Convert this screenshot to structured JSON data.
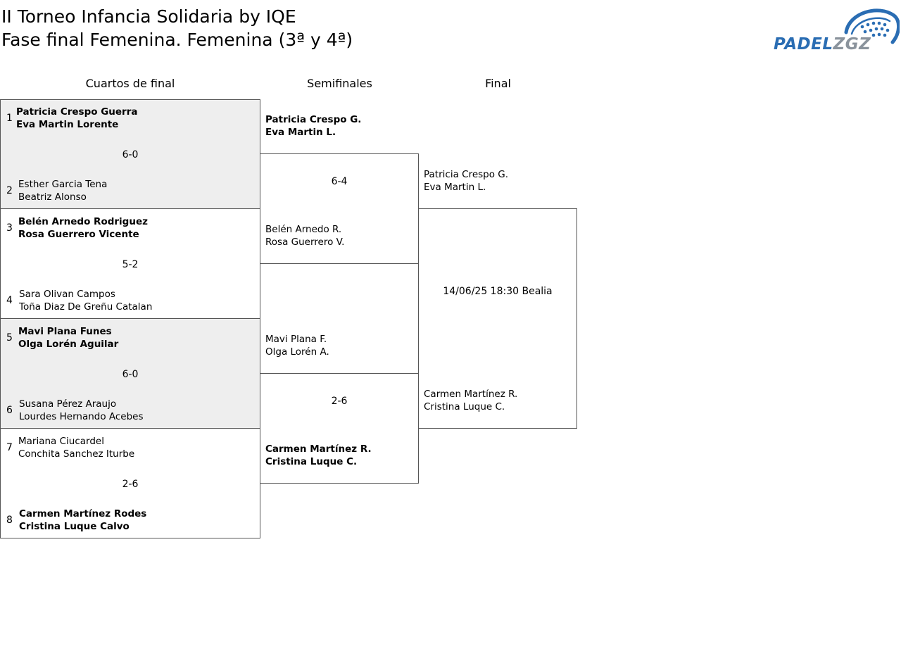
{
  "header": {
    "title_line1": "II Torneo Infancia Solidaria by IQE",
    "title_line2": "Fase final Femenina. Femenina (3ª y 4ª)",
    "logo_text": "PADELZGZ"
  },
  "colors": {
    "logo_blue": "#2a6db3",
    "logo_gray": "#8a939c",
    "shaded_row": "#eeeeee",
    "border": "#555555"
  },
  "rounds": {
    "quarter": "Cuartos de final",
    "semi": "Semifinales",
    "final": "Final"
  },
  "quarterfinals": [
    {
      "teamA": {
        "seed": "1",
        "p1": "Patricia Crespo Guerra",
        "p2": "Eva Martin Lorente"
      },
      "score": "6-0",
      "teamB": {
        "seed": "2",
        "p1": "Esther Garcia Tena",
        "p2": "Beatriz Alonso"
      }
    },
    {
      "teamA": {
        "seed": "3",
        "p1": "Belén Arnedo Rodriguez",
        "p2": "Rosa Guerrero Vicente"
      },
      "score": "5-2",
      "teamB": {
        "seed": "4",
        "p1": "Sara Olivan Campos",
        "p2": "Toña Diaz De Greñu Catalan"
      }
    },
    {
      "teamA": {
        "seed": "5",
        "p1": "Mavi Plana Funes",
        "p2": "Olga Lorén Aguilar"
      },
      "score": "6-0",
      "teamB": {
        "seed": "6",
        "p1": "Susana Pérez Araujo",
        "p2": "Lourdes Hernando Acebes"
      }
    },
    {
      "teamA": {
        "seed": "7",
        "p1": "Mariana Ciucardel",
        "p2": "Conchita Sanchez Iturbe"
      },
      "score": "2-6",
      "teamB": {
        "seed": "8",
        "p1": "Carmen Martínez Rodes",
        "p2": "Cristina Luque Calvo"
      }
    }
  ],
  "semifinals": [
    {
      "teamA": {
        "p1": "Patricia Crespo G.",
        "p2": "Eva Martin L."
      },
      "score": "6-4",
      "teamB": {
        "p1": "Belén Arnedo R.",
        "p2": "Rosa Guerrero V."
      }
    },
    {
      "teamA": {
        "p1": "Mavi Plana F.",
        "p2": "Olga Lorén A."
      },
      "score": "2-6",
      "teamB": {
        "p1": "Carmen Martínez R.",
        "p2": "Cristina Luque C."
      }
    }
  ],
  "final": {
    "teamA": {
      "p1": "Patricia Crespo G.",
      "p2": "Eva Martin L."
    },
    "info": "14/06/25 18:30 Bealia",
    "teamB": {
      "p1": "Carmen Martínez R.",
      "p2": "Cristina Luque C."
    }
  }
}
